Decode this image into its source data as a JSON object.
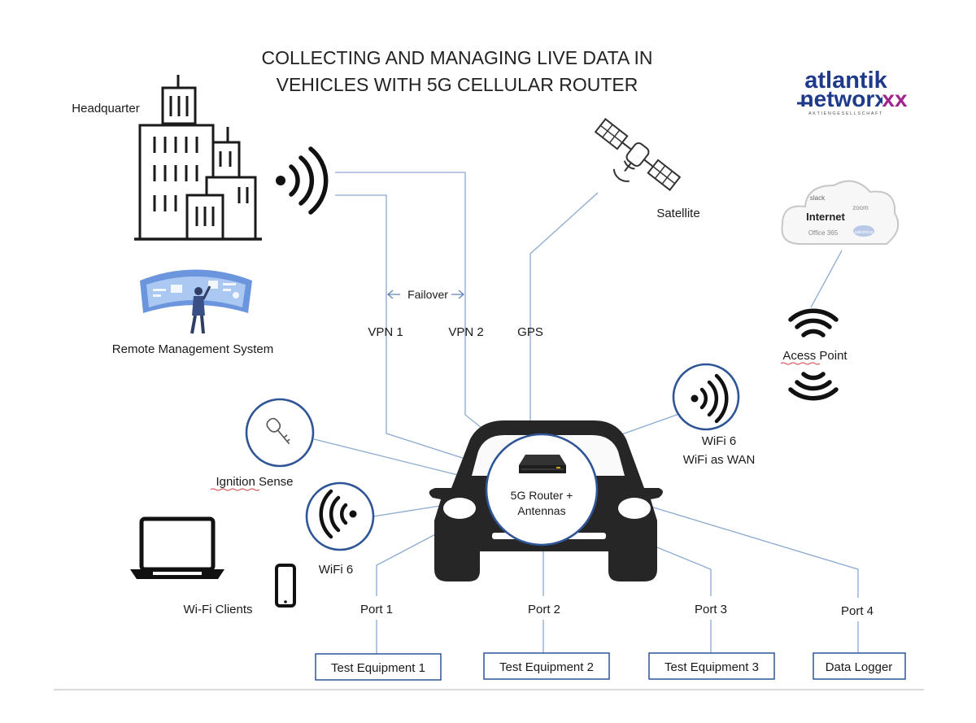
{
  "title": {
    "line1": "COLLECTING AND MANAGING LIVE DATA IN",
    "line2": "VEHICLES WITH 5G CELLULAR ROUTER"
  },
  "logo": {
    "line1": "atlantik",
    "line2": "networxx",
    "tagline": "AKTIENGESELLSCHAFT",
    "color_primary": "#1f3a8a",
    "color_accent": "#a3238e"
  },
  "labels": {
    "headquarter": "Headquarter",
    "remote_management": "Remote Management System",
    "satellite": "Satellite",
    "access_point": "Acess Point",
    "ignition_sense": "Ignition Sense",
    "wifi6_wan_line1": "WiFi 6",
    "wifi6_wan_line2": "WiFi as WAN",
    "wifi6_clients": "WiFi 6",
    "wifi_clients": "Wi-Fi Clients",
    "router_line1": "5G Router +",
    "router_line2": "Antennas",
    "failover": "Failover",
    "vpn1": "VPN 1",
    "vpn2": "VPN 2",
    "gps": "GPS"
  },
  "cloud": {
    "title": "Internet",
    "services": [
      "slack",
      "zoom",
      "Office 365",
      "salesforce"
    ]
  },
  "ports": [
    {
      "port": "Port 1",
      "device": "Test Equipment 1"
    },
    {
      "port": "Port 2",
      "device": "Test Equipment 2"
    },
    {
      "port": "Port 3",
      "device": "Test Equipment 3"
    },
    {
      "port": "Port 4",
      "device": "Data Logger"
    }
  ],
  "colors": {
    "connector": "#8aa9cf",
    "ring": "#2f5597",
    "car": "#262626"
  }
}
